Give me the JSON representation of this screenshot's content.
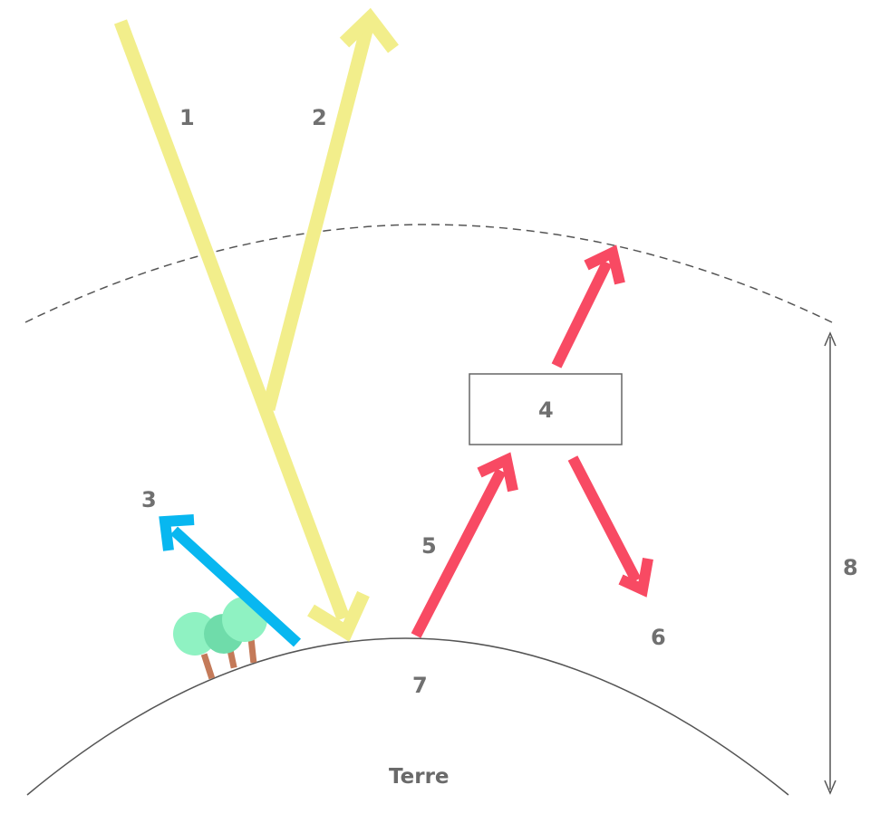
{
  "labels": {
    "n1": "1",
    "n2": "2",
    "n3": "3",
    "n4": "4",
    "n5": "5",
    "n6": "6",
    "n7": "7",
    "n8": "8",
    "earth": "Terre"
  },
  "colors": {
    "solar": "#f2ee8b",
    "infrared": "#f84a63",
    "reflected_blue": "#08b7f0",
    "tree_foliage": "#8ff2c2",
    "tree_foliage_dark": "#6fdcaa",
    "tree_trunk": "#c47a59",
    "lines": "#555555",
    "box": "#666666"
  }
}
